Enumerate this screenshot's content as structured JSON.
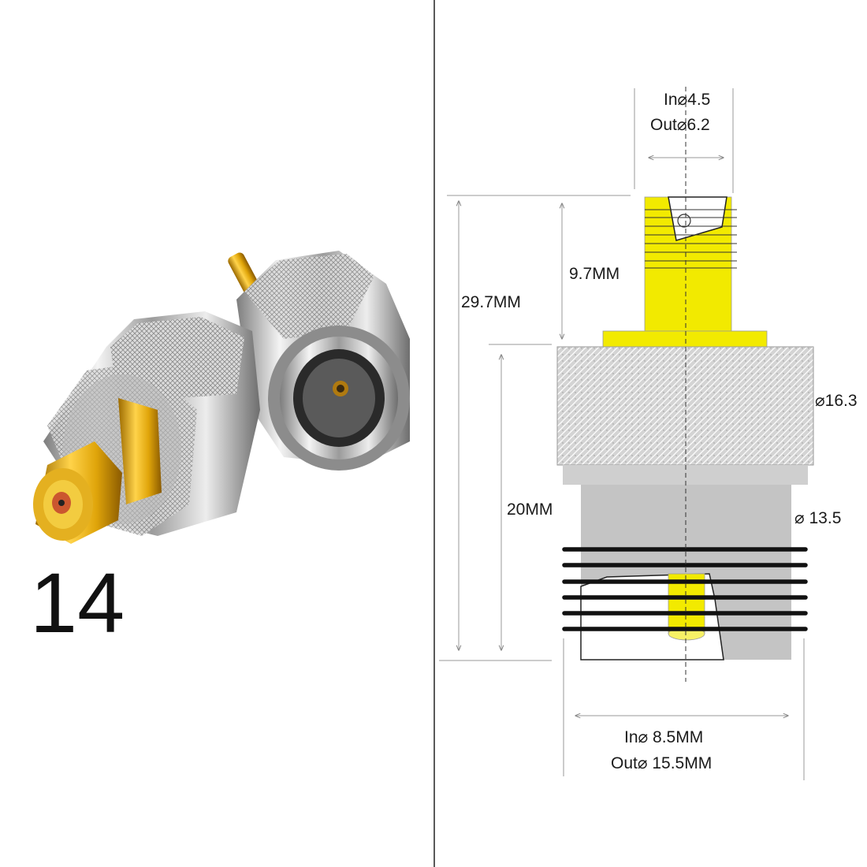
{
  "product": {
    "model_number": "14"
  },
  "drawing": {
    "top_pin": {
      "inner": "In",
      "inner_value": "4.5",
      "outer": "Out",
      "outer_value": "6.2"
    },
    "total_height": "29.7MM",
    "upper_height": "9.7MM",
    "lower_height": "20MM",
    "nut_diameter": "16.3",
    "body_diameter": "13.5",
    "bottom": {
      "inner": "In",
      "inner_value": "8.5MM",
      "outer": "Out",
      "outer_value": "15.5MM"
    },
    "diameter_symbol": "⌀"
  },
  "colors": {
    "gold": "#f2ea00",
    "nut_gray": "#cfcfcf",
    "body_gray": "#c4c4c4",
    "dim_line": "#9a9a9a",
    "thread": "#111111"
  }
}
